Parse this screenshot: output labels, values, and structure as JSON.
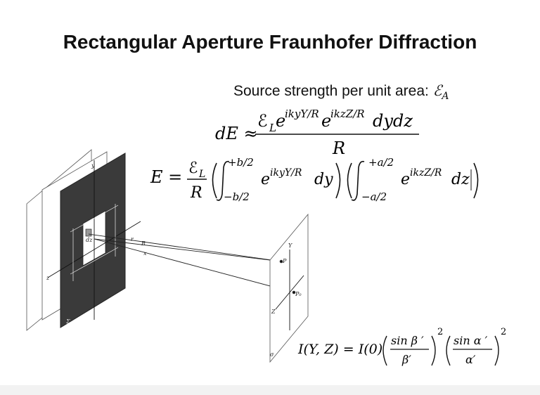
{
  "slide": {
    "title": "Rectangular Aperture Fraunhofer Diffraction",
    "source_label": "Source strength per unit area:",
    "source_symbol": "ℰ",
    "source_symbol_sub": "A"
  },
  "equations": {
    "dE_lhs": "dE ≈",
    "dE_numerator_symbol": "ℰ",
    "dE_numerator_sub": "L",
    "dE_numerator_exp1": "e",
    "dE_numerator_pow1": "ikyY/R",
    "dE_numerator_exp2": "e",
    "dE_numerator_pow2": "ikzZ/R",
    "dE_numerator_tail": "dydz",
    "dE_denominator": "R",
    "E_lhs": "E =",
    "E_prefactor_num_symbol": "ℰ",
    "E_prefactor_num_sub": "L",
    "E_prefactor_den": "R",
    "int1_upper": "+b/2",
    "int1_lower": "−b/2",
    "int1_integrand_base": "e",
    "int1_integrand_pow": "ikyY/R",
    "int1_diff": "dy",
    "int2_upper": "+a/2",
    "int2_lower": "−a/2",
    "int2_integrand_base": "e",
    "int2_integrand_pow": "ikzZ/R",
    "int2_diff": "dz",
    "I_lhs": "I(Y, Z) = I(0)",
    "I_frac1_num": "sin β ′",
    "I_frac1_den": "β′",
    "I_frac2_num": "sin α ′",
    "I_frac2_den": "α′",
    "I_power": "2"
  },
  "diagram": {
    "labels": {
      "aperture_y": "y",
      "aperture_z": "z",
      "aperture_x": "x",
      "aperture_dz": "dz",
      "ray_r": "r",
      "ray_R": "R",
      "screen_Y": "Y",
      "screen_Z": "Z",
      "point_P": "P",
      "point_P0": "P₀",
      "plane_sigma": "σ",
      "plane_Sigma": "Σ"
    }
  }
}
